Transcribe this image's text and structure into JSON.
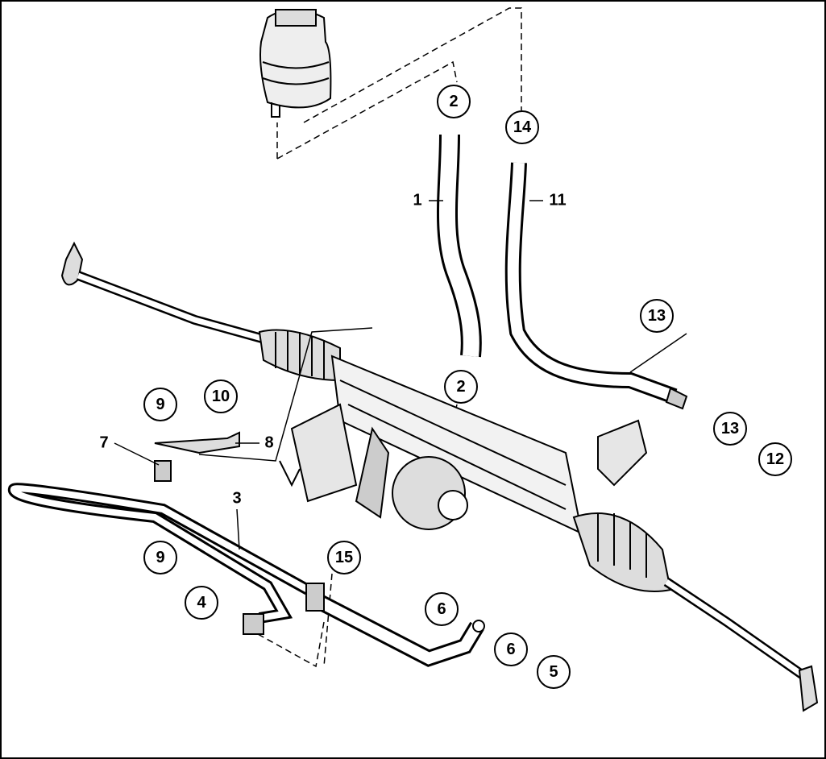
{
  "callouts": {
    "c2_top": "2",
    "c14": "14",
    "c2_mid": "2",
    "c13_top": "13",
    "c13_right": "13",
    "c12": "12",
    "c9_top": "9",
    "c10": "10",
    "c9_bottom": "9",
    "c15": "15",
    "c4": "4",
    "c6_left": "6",
    "c6_right": "6",
    "c5": "5"
  },
  "labels": {
    "l1": "1",
    "l11": "11",
    "l7": "7",
    "l8": "8",
    "l3": "3"
  }
}
